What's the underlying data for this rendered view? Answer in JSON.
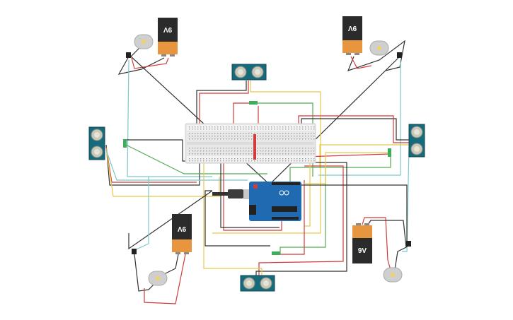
{
  "batteries": [
    {
      "id": "bat-top-left",
      "label": "9V",
      "upside_down": true
    },
    {
      "id": "bat-top-right",
      "label": "9V",
      "upside_down": true
    },
    {
      "id": "bat-bottom-left",
      "label": "9V",
      "upside_down": false
    },
    {
      "id": "bat-bottom-right",
      "label": "9V",
      "upside_down": false
    }
  ],
  "colors": {
    "wire_red": "#d23b3b",
    "wire_black": "#333333",
    "wire_yellow": "#e6c84a",
    "wire_green": "#55aa55",
    "wire_cyan": "#7ec8c8",
    "arduino_blue": "#1f6ab0",
    "sensor_teal": "#166b7a",
    "battery_orange": "#e7953f",
    "battery_black": "#2b2b2b",
    "breadboard": "#e8e8e8",
    "motor_grey": "#cfcfcf"
  },
  "icons": [
    "battery-9v-icon",
    "dc-motor-icon",
    "ultrasonic-sensor-icon",
    "arduino-uno-icon",
    "breadboard-icon",
    "slide-switch-icon",
    "resistor-icon"
  ]
}
